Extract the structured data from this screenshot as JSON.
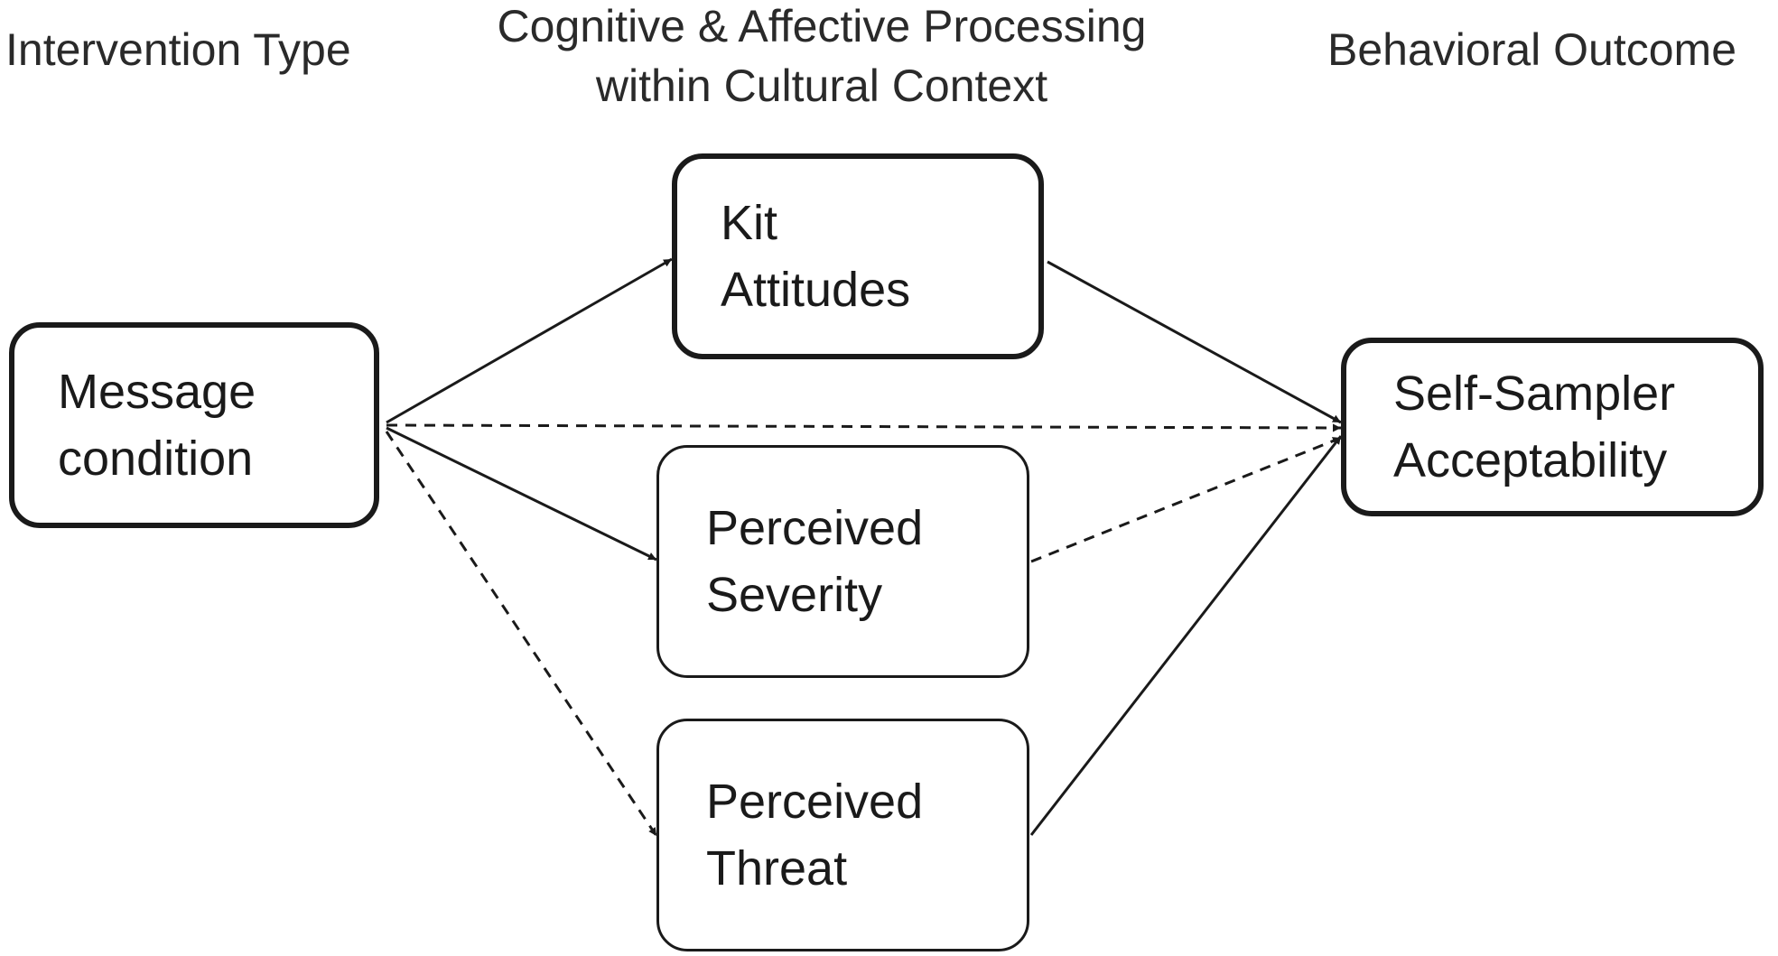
{
  "headers": {
    "intervention": "Intervention Type",
    "processing_line1": "Cognitive & Affective Processing",
    "processing_line2": "within Cultural Context",
    "outcome": "Behavioral Outcome"
  },
  "nodes": {
    "message": {
      "line1": "Message",
      "line2": "condition"
    },
    "kit": {
      "line1": "Kit",
      "line2": "Attitudes"
    },
    "severity": {
      "line1": "Perceived",
      "line2": "Severity"
    },
    "threat": {
      "line1": "Perceived",
      "line2": "Threat"
    },
    "acceptability": {
      "line1": "Self-Sampler",
      "line2": "Acceptability"
    }
  },
  "edges": [
    {
      "from": "message",
      "to": "kit",
      "style": "solid",
      "arrow": true
    },
    {
      "from": "message",
      "to": "acceptability",
      "style": "dashed",
      "arrow": true
    },
    {
      "from": "message",
      "to": "severity",
      "style": "solid",
      "arrow": true
    },
    {
      "from": "message",
      "to": "threat",
      "style": "dashed",
      "arrow": true
    },
    {
      "from": "kit",
      "to": "acceptability",
      "style": "solid",
      "arrow": true
    },
    {
      "from": "severity",
      "to": "acceptability",
      "style": "dashed",
      "arrow": true
    },
    {
      "from": "threat",
      "to": "acceptability",
      "style": "solid",
      "arrow": true
    }
  ],
  "colors": {
    "stroke": "#1a1a1a",
    "text": "#1a1a1a",
    "background": "#ffffff"
  }
}
